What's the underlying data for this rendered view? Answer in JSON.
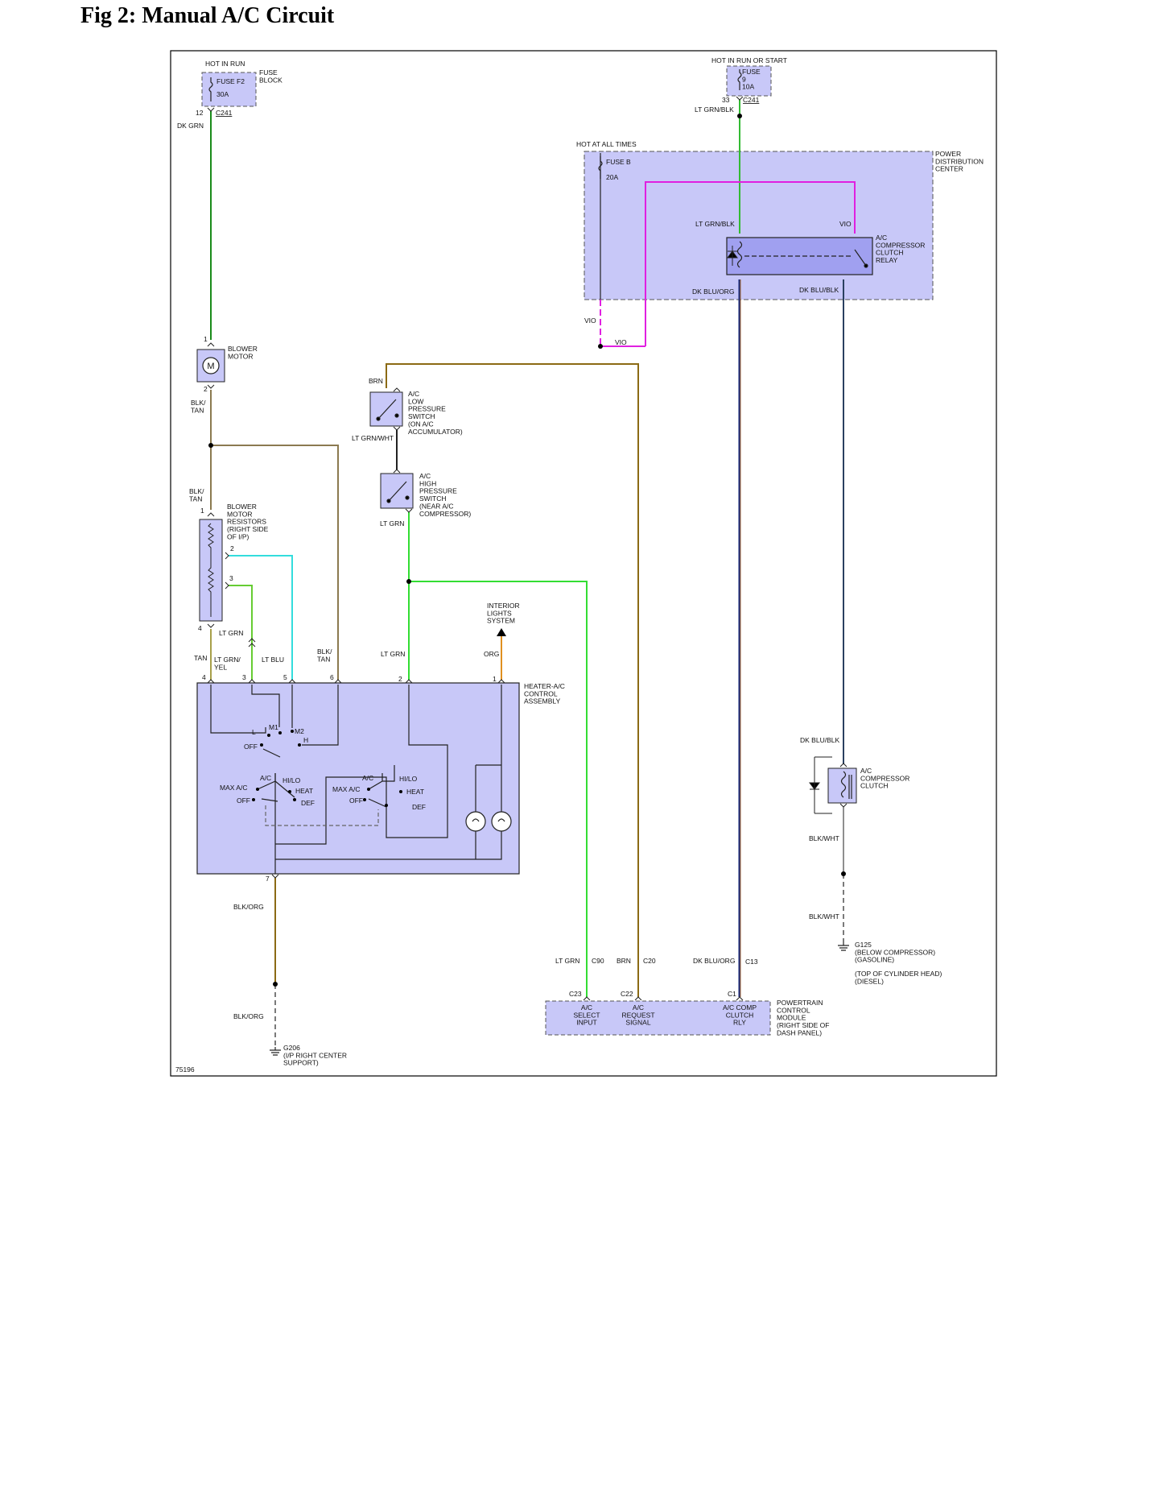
{
  "title": "Fig 2: Manual A/C Circuit",
  "diagram_id": "75196",
  "colors": {
    "component_fill": "#c8c8f8",
    "component_dark": "#a0a0f0",
    "dk_grn": "#1a8c1a",
    "lt_grn": "#33dd33",
    "lt_blu": "#33dddd",
    "brn": "#8b6a14",
    "blk_tan": "#8b7a50",
    "org": "#e09020",
    "vio": "#e020e0",
    "dk_blu_org": "#1a2a7a",
    "dk_blu_blk": "#2a4060",
    "blk": "#111111"
  },
  "labels": {
    "hot_in_run": "HOT IN RUN",
    "fuse_f2": "FUSE F2",
    "fuse_f2_amp": "30A",
    "fuse_block": "FUSE\nBLOCK",
    "pin_12": "12",
    "c241_a": "C241",
    "dk_grn": "DK GRN",
    "hot_run_start": "HOT IN RUN OR START",
    "fuse_9": "FUSE\n9\n10A",
    "pin_33": "33",
    "c241_b": "C241",
    "lt_grn_blk_a": "LT GRN/BLK",
    "hot_all_times": "HOT AT ALL TIMES",
    "fuse_b": "FUSE B",
    "fuse_b_amp": "20A",
    "pdc": "POWER\nDISTRIBUTION\nCENTER",
    "lt_grn_blk_b": "LT GRN/BLK",
    "vio_a": "VIO",
    "relay": "A/C\nCOMPRESSOR\nCLUTCH\nRELAY",
    "dk_blu_org_a": "DK BLU/ORG",
    "dk_blu_blk_a": "DK BLU/BLK",
    "vio_b": "VIO",
    "vio_c": "VIO",
    "pin_1_blower": "1",
    "blower_motor": "BLOWER\nMOTOR",
    "motor_m": "M",
    "pin_2_blower": "2",
    "blk_tan_a": "BLK/\nTAN",
    "brn_a": "BRN",
    "low_press": "A/C\nLOW\nPRESSURE\nSWITCH\n(ON A/C\nACCUMULATOR)",
    "lt_grn_wht": "LT GRN/WHT",
    "high_press": "A/C\nHIGH\nPRESSURE\nSWITCH\n(NEAR A/C\nCOMPRESSOR)",
    "lt_grn_a": "LT GRN",
    "blk_tan_b": "BLK/\nTAN",
    "pin_1_res": "1",
    "resistors": "BLOWER\nMOTOR\nRESISTORS\n(RIGHT SIDE\nOF I/P)",
    "pin_2_res": "2",
    "pin_3_res": "3",
    "pin_4_res": "4",
    "lt_grn_b": "LT GRN",
    "interior_lights": "INTERIOR\nLIGHTS\nSYSTEM",
    "tan": "TAN",
    "lt_grn_yel": "LT GRN/\nYEL",
    "lt_blu": "LT BLU",
    "blk_tan_c": "BLK/\nTAN",
    "lt_grn_c": "LT GRN",
    "org": "ORG",
    "p4": "4",
    "p3": "3",
    "p5": "5",
    "p6": "6",
    "p2": "2",
    "p1": "1",
    "heater_ac": "HEATER-A/C\nCONTROL\nASSEMBLY",
    "m1": "M1",
    "m2": "M2",
    "l": "L",
    "h": "H",
    "off_a": "OFF",
    "ac_a": "A/C",
    "hilo_a": "HI/LO",
    "max_ac_a": "MAX A/C",
    "heat_a": "HEAT",
    "off_b": "OFF",
    "def_a": "DEF",
    "ac_b": "A/C",
    "hilo_b": "HI/LO",
    "max_ac_b": "MAX A/C",
    "heat_b": "HEAT",
    "off_c": "OFF",
    "def_b": "DEF",
    "pin_7": "7",
    "blk_org_a": "BLK/ORG",
    "blk_org_b": "BLK/ORG",
    "g206": "G206\n(I/P RIGHT CENTER\nSUPPORT)",
    "dk_blu_blk_b": "DK BLU/BLK",
    "clutch": "A/C\nCOMPRESSOR\nCLUTCH",
    "blk_wht_a": "BLK/WHT",
    "blk_wht_b": "BLK/WHT",
    "g125": "G125\n(BELOW COMPRESSOR)\n(GASOLINE)",
    "g125_diesel": "(TOP OF CYLINDER HEAD)\n(DIESEL)",
    "lt_grn_d": "LT GRN",
    "c90": "C90",
    "brn_b": "BRN",
    "c20": "C20",
    "dk_blu_org_b": "DK BLU/ORG",
    "c13": "C13",
    "c23": "C23",
    "c22": "C22",
    "c1": "C1",
    "pcm": "POWERTRAIN\nCONTROL\nMODULE\n(RIGHT SIDE OF\nDASH PANEL)",
    "ac_select": "A/C\nSELECT\nINPUT",
    "ac_request": "A/C\nREQUEST\nSIGNAL",
    "ac_comp_rly": "A/C COMP\nCLUTCH\nRLY"
  }
}
